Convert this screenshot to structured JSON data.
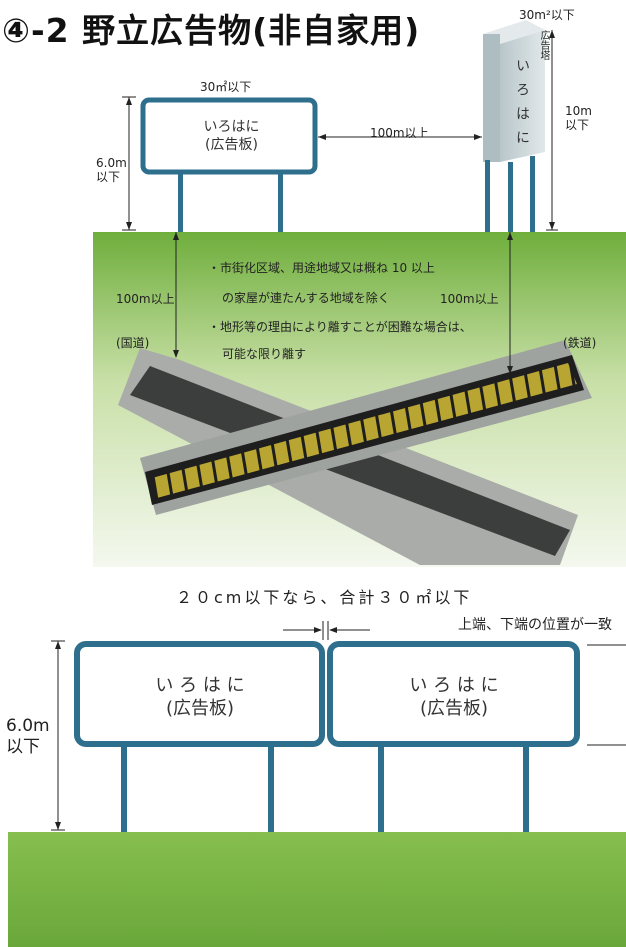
{
  "title": "④-2 野立広告物(非自家用)",
  "top_figure": {
    "board_area_label": "30㎡以下",
    "board_text_line1": "いろはに",
    "board_text_line2": "(広告板)",
    "height_label_line1": "6.0m",
    "height_label_line2": "以下",
    "distance_label": "100m以上",
    "tower_area_label": "30m²以下",
    "tower_type_label": "広告塔",
    "tower_text": "いろはに",
    "tower_height_line1": "10m",
    "tower_height_line2": "以下",
    "road_distance_label": "100m以上",
    "rail_distance_label": "100m以上",
    "road_label": "(国道)",
    "rail_label": "(鉄道)",
    "notes": [
      "・市街化区域、用途地域又は概ね 10 以上",
      "の家屋が連たんする地域を除く",
      "・地形等の理由により離すことが困難な場合は、",
      "可能な限り離す"
    ]
  },
  "bottom_figure": {
    "caption": "２０cm以下なら、合計３０㎡以下",
    "alignment_note": "上端、下端の位置が一致",
    "height_label_line1": "6.0m",
    "height_label_line2": "以下",
    "boards": [
      {
        "line1": "い ろ は に",
        "line2": "(広告板)"
      },
      {
        "line1": "い ろ は に",
        "line2": "(広告板)"
      }
    ]
  },
  "colors": {
    "board_frame": "#2e6f8e",
    "ground_green": "#7fb84a",
    "road_gray": "#9a9e9a",
    "road_dark": "#3a3c3b",
    "rail_yellow": "#b9a531",
    "tower_gray": "#c9d3d6"
  }
}
